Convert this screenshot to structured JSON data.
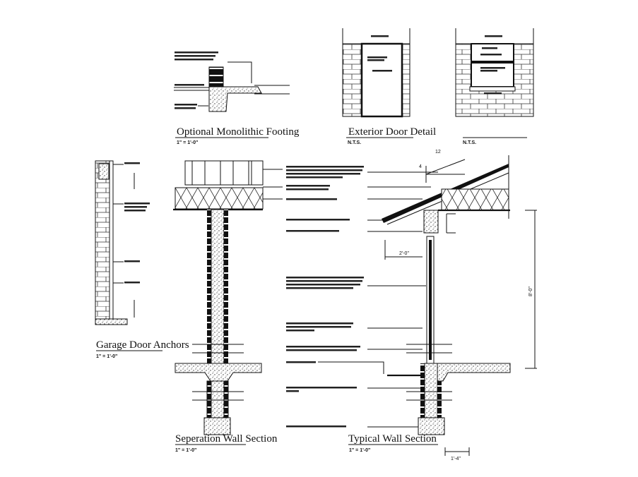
{
  "drawings": {
    "monolithic_footing": {
      "title": "Optional Monolithic Footing",
      "scale": "1\" = 1'-0\""
    },
    "exterior_door": {
      "title": "Exterior Door Detail",
      "scale": "N.T.S."
    },
    "window_detail": {
      "scale": "N.T.S."
    },
    "garage_door_anchors": {
      "title": "Garage Door Anchors",
      "scale": "1\" = 1'-0\""
    },
    "separation_wall": {
      "title": "Seperation Wall  Section",
      "scale": "1\" = 1'-0\""
    },
    "typical_wall": {
      "title": "Typical Wall Section",
      "scale": "1\" = 1'-0\""
    }
  },
  "dimensions": {
    "roof_slope_run": "12",
    "roof_slope_rise": "4",
    "overhang": "2'-0\"",
    "wall_height": "8'-0\"",
    "footing_width": "1'-4\""
  }
}
